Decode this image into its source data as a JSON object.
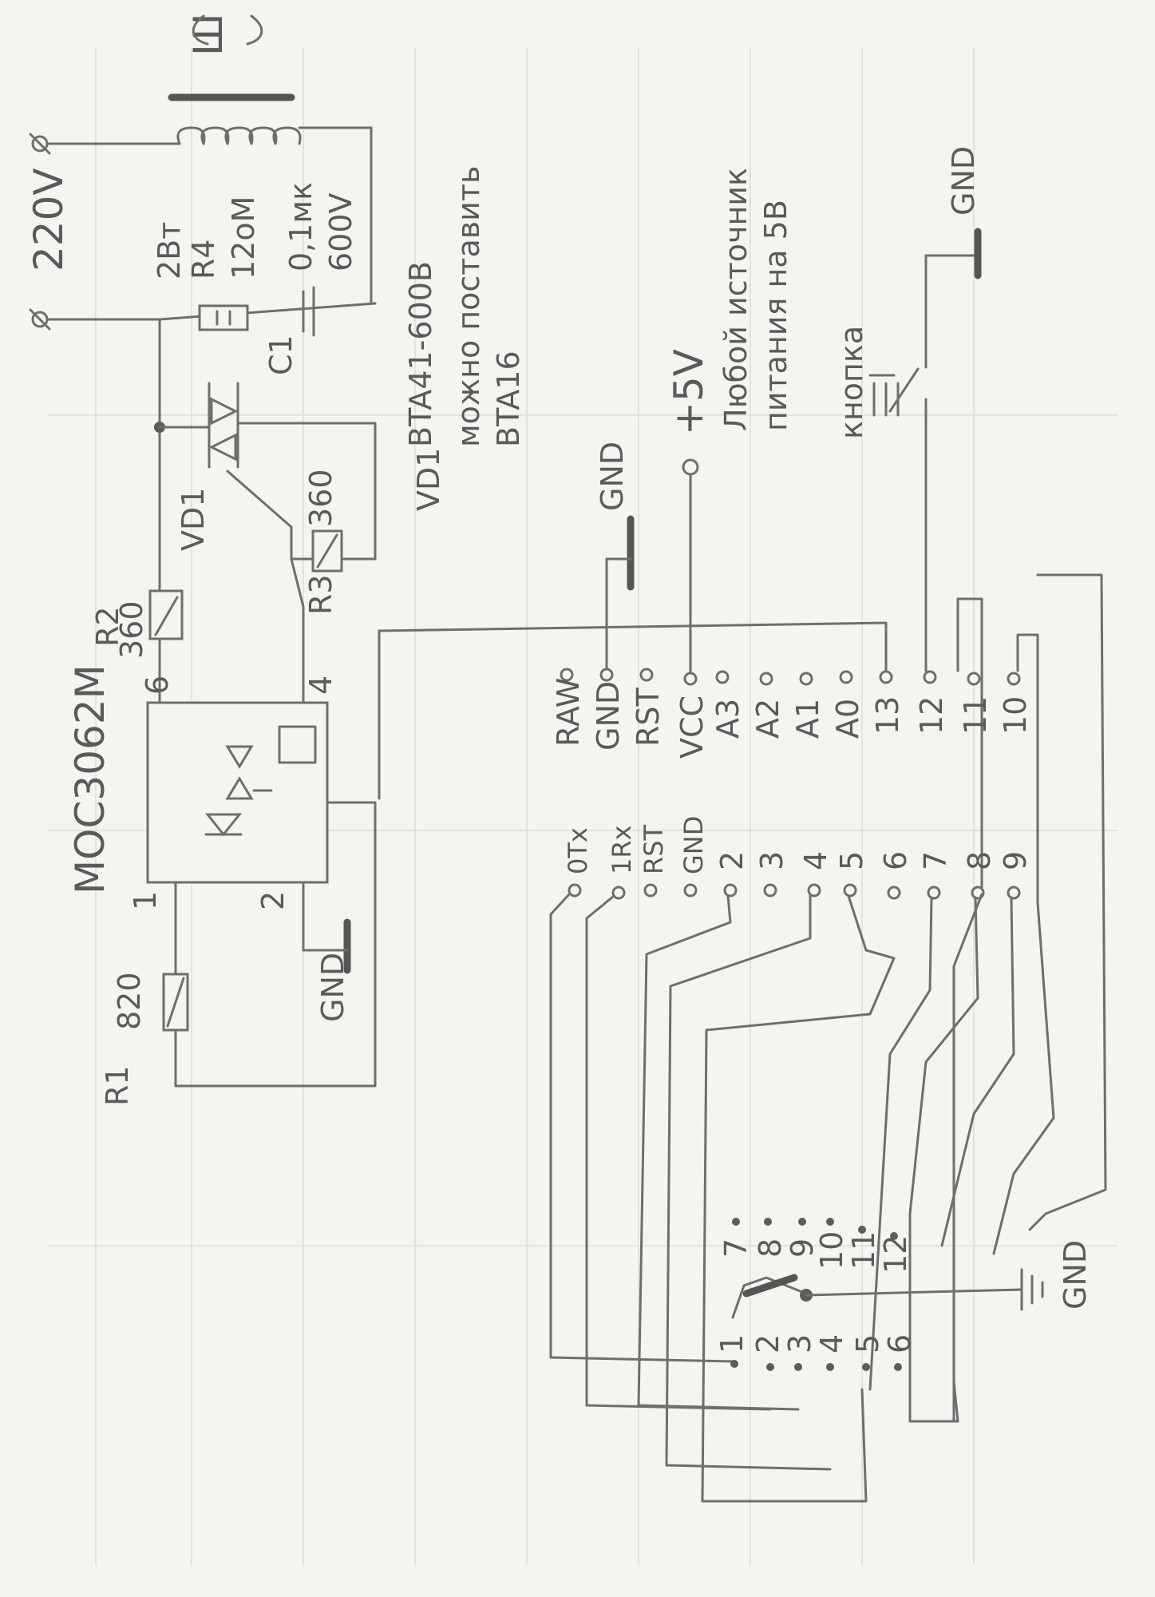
{
  "power": {
    "voltage": "220V"
  },
  "transformer": {
    "label": "Ш"
  },
  "optocoupler": {
    "part": "MOC3062M",
    "pins": [
      "1",
      "2",
      "6",
      "4"
    ],
    "gnd": "GND"
  },
  "resistors": {
    "r1": {
      "ref": "R1",
      "value": "820"
    },
    "r2": {
      "ref": "R2",
      "value": "360"
    },
    "r3": {
      "ref": "R3",
      "value": "360"
    },
    "r4": {
      "ref": "R4",
      "value": "12оМ",
      "power": "2Вт"
    }
  },
  "capacitor": {
    "ref": "C1",
    "value": "0,1мк",
    "voltage": "600V"
  },
  "triac": {
    "ref": "VD1",
    "note_ref": "VD1",
    "part": "BTA41-600B",
    "alt_text": "можно поставить",
    "alt_part": "BTA16"
  },
  "supply": {
    "voltage": "+5V",
    "note_line1": "Любой источник",
    "note_line2": "питания на 5В"
  },
  "button": {
    "label": "кнопка",
    "gnd": "GND"
  },
  "board": {
    "gnd_top": "GND",
    "right_pins": [
      "RAW",
      "GND",
      "RST",
      "VCC",
      "A3",
      "A2",
      "A1",
      "A0",
      "13",
      "12",
      "11",
      "10"
    ],
    "left_pins": [
      "0Tx",
      "1Rx",
      "RST",
      "GND",
      "2",
      "3",
      "4",
      "5",
      "6",
      "7",
      "8",
      "9"
    ]
  },
  "connector": {
    "pins_bottom": [
      "1",
      "2",
      "3",
      "4",
      "5",
      "6"
    ],
    "pins_top": [
      "7",
      "8",
      "9",
      "10",
      "11",
      "12"
    ],
    "gnd": "GND"
  }
}
